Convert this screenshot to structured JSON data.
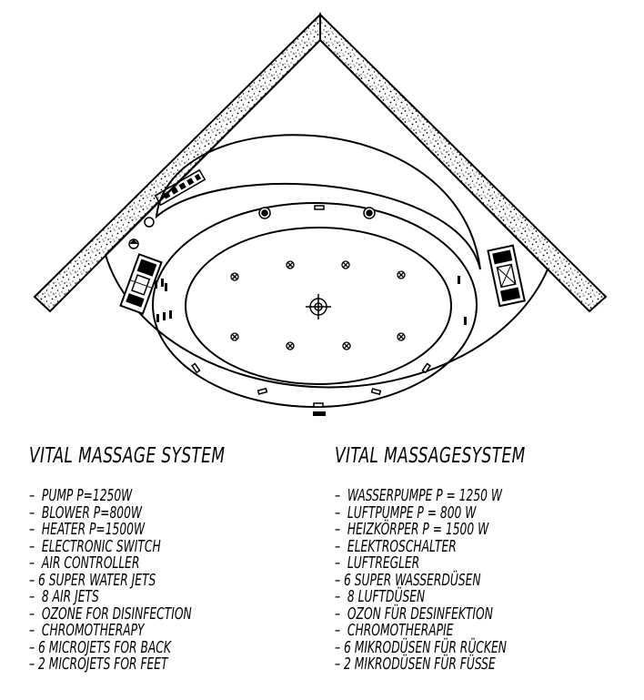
{
  "english": {
    "heading": "VITAL MASSAGE SYSTEM",
    "items": [
      "–  PUMP P=1250W",
      "–  BLOWER P=800W",
      "–  HEATER P=1500W",
      "–  ELECTRONIC SWITCH",
      "–  AIR CONTROLLER",
      "– 6 SUPER WATER JETS",
      "–  8 AIR JETS",
      "–  OZONE FOR DISINFECTION",
      "–  CHROMOTHERAPY",
      "– 6 MICROJETS FOR BACK",
      "– 2 MICROJETS FOR FEET"
    ]
  },
  "german": {
    "heading": "VITAL MASSAGESYSTEM",
    "items": [
      "–  WASSERPUMPE P = 1250 W",
      "–  LUFTPUMPE P = 800 W",
      "–  HEIZKÖRPER P = 1500 W",
      "–  ELEKTROSCHALTER",
      "–  LUFTREGLER",
      "– 6 SUPER WASSERDÜSEN",
      "–  8 LUFTDÜSEN",
      "–  OZON FÜR DESINFEKTION",
      "–  CHROMOTHERAPIE",
      "– 6 MIKRODÜSEN FÜR RÜCKEN",
      "– 2 MIKRODÜSEN FÜR FÜSSE"
    ]
  }
}
